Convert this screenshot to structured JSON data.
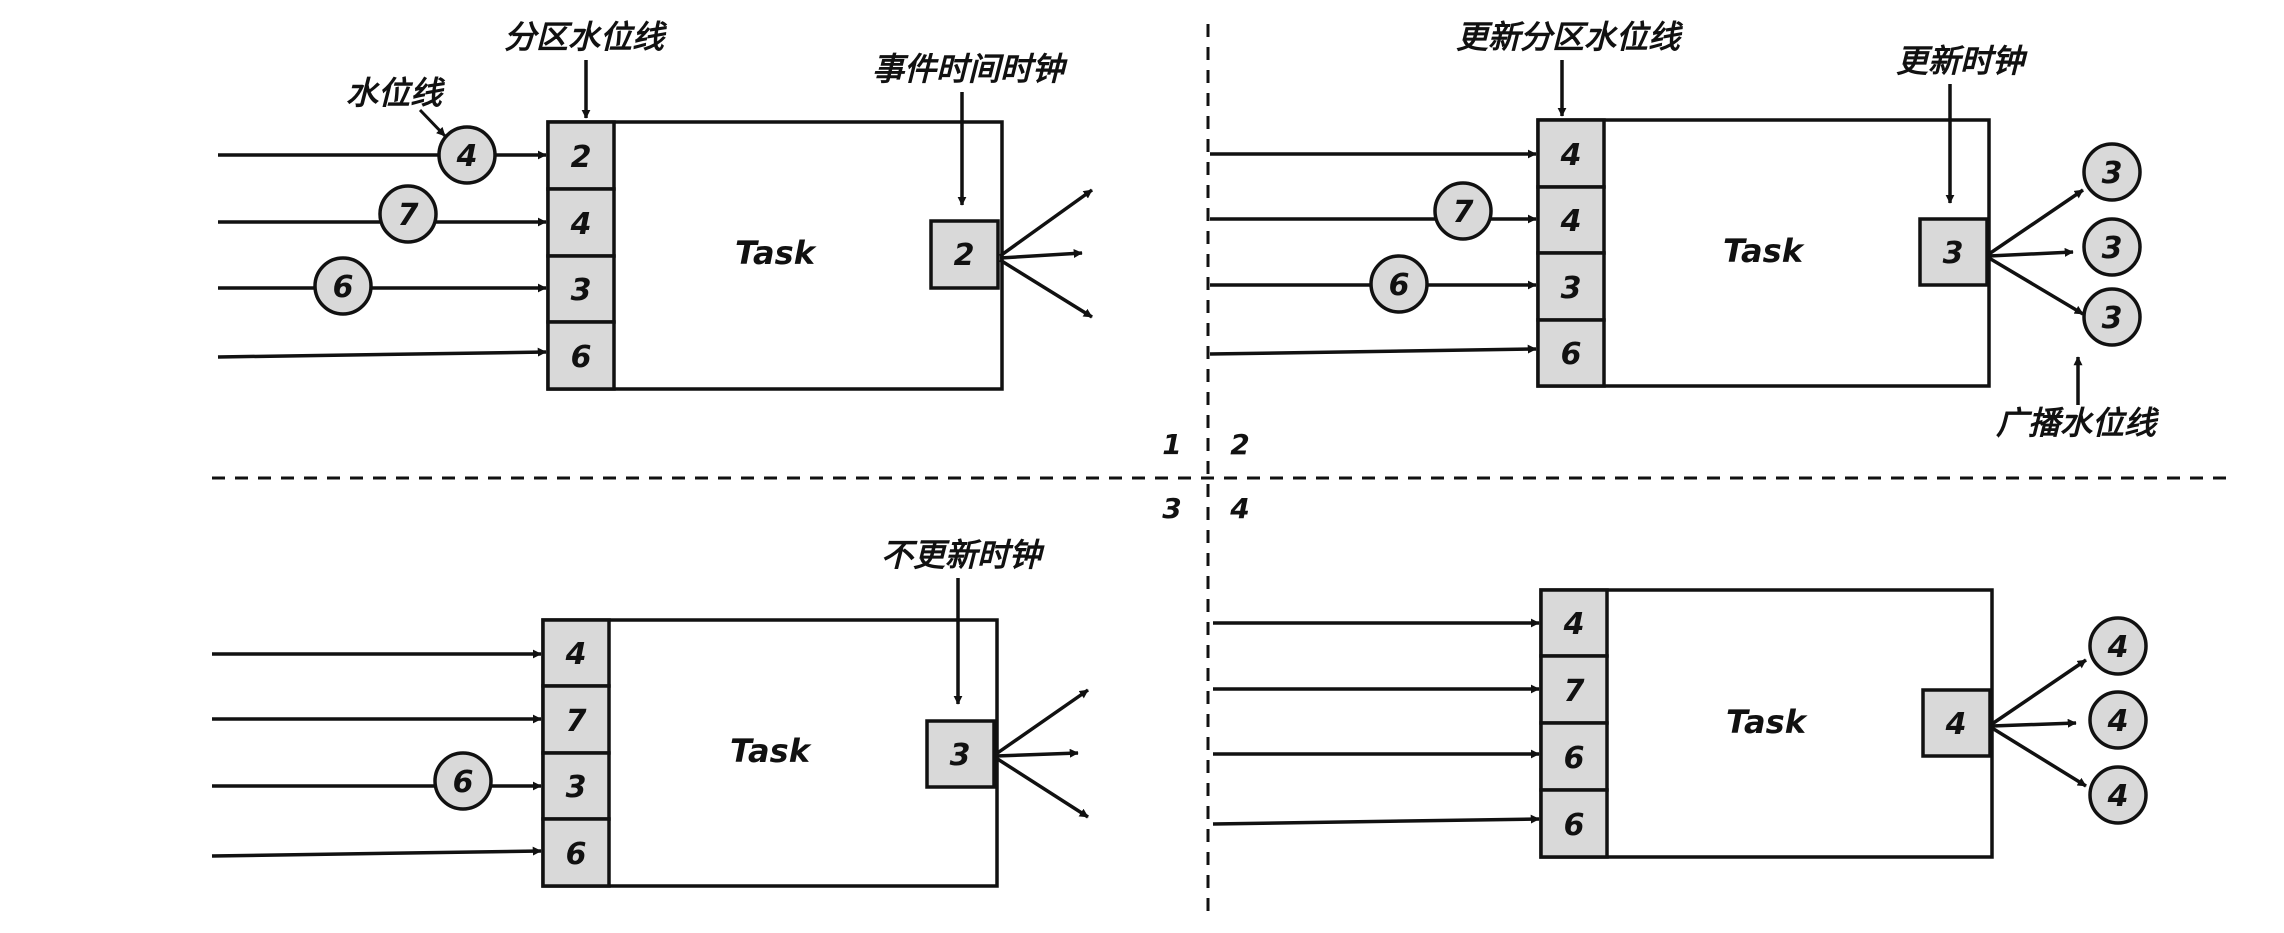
{
  "task_label": "Task",
  "panel_numbers": [
    "1",
    "2",
    "3",
    "4"
  ],
  "panels": [
    {
      "id": "panel-1",
      "labels": {
        "watermark": "水位线",
        "partition_watermark": "分区水位线",
        "event_time_clock": "事件时间时钟"
      },
      "partition_watermarks": [
        "2",
        "4",
        "3",
        "6"
      ],
      "incoming_watermarks": [
        "4",
        "7",
        "6",
        ""
      ],
      "event_time_clock": "2",
      "broadcast": []
    },
    {
      "id": "panel-2",
      "labels": {
        "update_partition_watermark": "更新分区水位线",
        "update_clock": "更新时钟",
        "broadcast_watermark": "广播水位线"
      },
      "partition_watermarks": [
        "4",
        "4",
        "3",
        "6"
      ],
      "incoming_watermarks": [
        "",
        "7",
        "6",
        ""
      ],
      "event_time_clock": "3",
      "broadcast": [
        "3",
        "3",
        "3"
      ]
    },
    {
      "id": "panel-3",
      "labels": {
        "no_update_clock": "不更新时钟"
      },
      "partition_watermarks": [
        "4",
        "7",
        "3",
        "6"
      ],
      "incoming_watermarks": [
        "",
        "",
        "6",
        ""
      ],
      "event_time_clock": "3",
      "broadcast": []
    },
    {
      "id": "panel-4",
      "labels": {},
      "partition_watermarks": [
        "4",
        "7",
        "6",
        "6"
      ],
      "incoming_watermarks": [
        "",
        "",
        "",
        ""
      ],
      "event_time_clock": "4",
      "broadcast": [
        "4",
        "4",
        "4"
      ]
    }
  ],
  "colors": {
    "line": "#111111",
    "box_fill": "#d9d9d9",
    "background": "#ffffff"
  }
}
